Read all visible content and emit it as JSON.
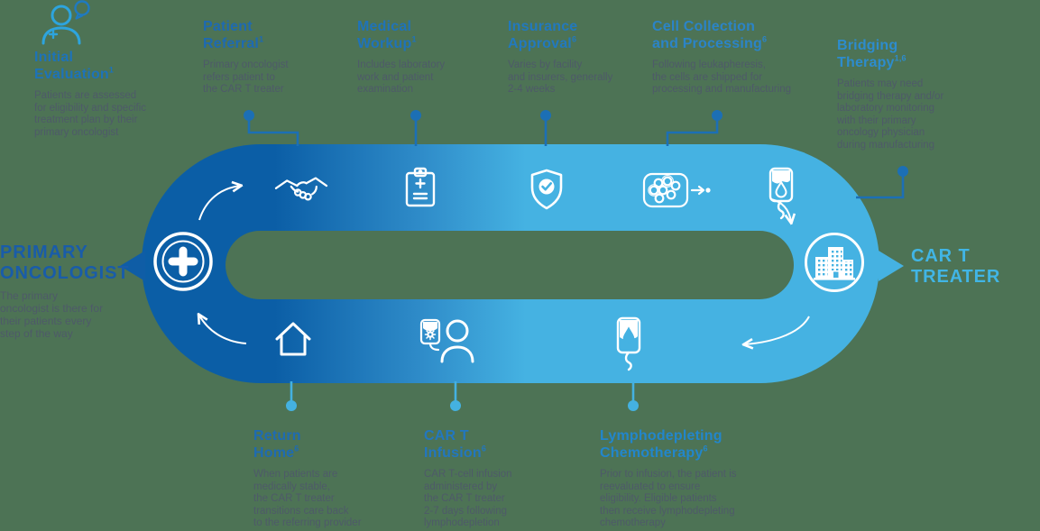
{
  "palette": {
    "background_green": "#4d7355",
    "loop_dark_blue": "#0b5ea6",
    "loop_light_blue": "#45b2e2",
    "connector_dark": "#1c6fb5",
    "connector_light": "#44b1e1",
    "body_text": "#4e5a69",
    "primary_oncologist_label": "#195ca9",
    "car_t_treater_label": "#41b5e5"
  },
  "left_node": {
    "title_line1": "PRIMARY",
    "title_line2": "ONCOLOGIST",
    "body": "The primary\noncologist is there for\ntheir patients every\nstep of the way",
    "icon": "medical-cross-icon"
  },
  "right_node": {
    "title_line1": "CAR T",
    "title_line2": "TREATER",
    "icon": "hospital-icon"
  },
  "stations": {
    "initial_evaluation": {
      "title_line1": "Initial",
      "title_line2": "Evaluation",
      "sup": "1",
      "body": "Patients are assessed\nfor eligibility and specific\ntreatment plan by their\nprimary oncologist",
      "icon": "patient-consult-icon"
    },
    "patient_referral": {
      "title_line1": "Patient",
      "title_line2": "Referral",
      "sup": "1",
      "body": "Primary oncologist\nrefers patient to\nthe CAR T treater",
      "icon": "handshake-icon"
    },
    "medical_workup": {
      "title_line1": "Medical",
      "title_line2": "Workup",
      "sup": "1",
      "body": "Includes laboratory\nwork and patient\nexamination",
      "icon": "clipboard-plus-icon"
    },
    "insurance_approval": {
      "title_line1": "Insurance",
      "title_line2": "Approval",
      "sup": "6",
      "body": "Varies by facility\nand insurers, generally\n2-4 weeks",
      "icon": "shield-check-icon"
    },
    "cell_collection": {
      "title_line1": "Cell Collection",
      "title_line2": "and Processing",
      "sup": "6",
      "body": "Following leukapheresis,\nthe cells are shipped for\nprocessing and manufacturing",
      "icon": "cell-processing-icon"
    },
    "bridging_therapy": {
      "title_line1": "Bridging",
      "title_line2": "Therapy",
      "sup": "1,6",
      "body": "Patients may need\nbridging therapy and/or\nlaboratory monitoring\nwith their primary\noncology physician\nduring manufacturing",
      "icon": "iv-bag-icon"
    },
    "return_home": {
      "title_line1": "Return",
      "title_line2": "Home",
      "sup": "6",
      "body": "When patients are\nmedically stable,\nthe CAR T treater\ntransitions care back\nto the referring provider",
      "icon": "house-icon"
    },
    "car_t_infusion": {
      "title_line1": "CAR T",
      "title_line2": "Infusion",
      "sup": "6",
      "body": "CAR T-cell infusion\nadministered by\nthe CAR T treater\n2-7 days following\nlymphodepletion",
      "icon": "infusion-patient-icon"
    },
    "lymphodepleting_chemo": {
      "title_line1": "Lymphodepleting",
      "title_line2": "Chemotherapy",
      "sup": "6",
      "body": "Prior to infusion, the patient is\nreevaluated to ensure\neligibility. Eligible patients\nthen receive lymphodepleting\nchemotherapy",
      "icon": "iv-bag-drop-icon"
    }
  }
}
